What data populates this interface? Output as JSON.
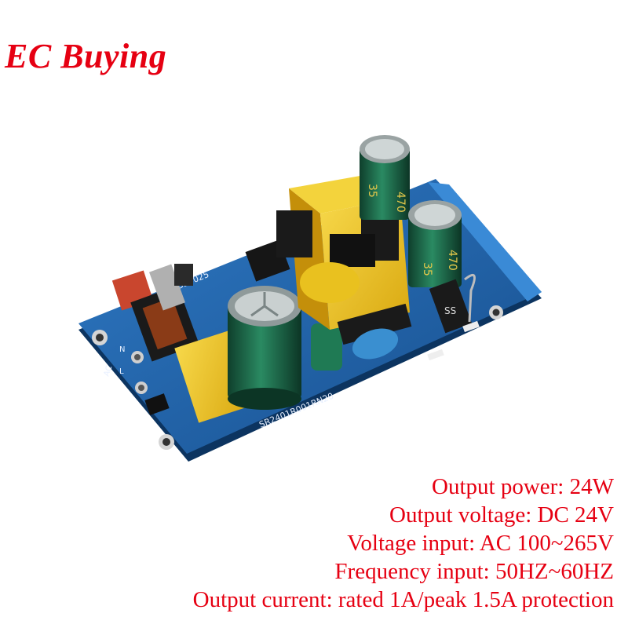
{
  "brand": "EC Buying",
  "colors": {
    "accent": "#e60012",
    "pcb": "#1b5fa8",
    "capacitor": "#1e6e4e",
    "transformer": "#f0c419"
  },
  "board_markings": {
    "part_code": "524025",
    "cap_value": "470",
    "cap_voltage": "35",
    "bottom_code": "SR2401R001RN20",
    "ac_label": "AC",
    "ac_label_n": "N",
    "ac_label_l": "L",
    "diode_label": "SS"
  },
  "specs": [
    "Output power: 24W",
    "Output voltage: DC 24V",
    "Voltage input: AC 100~265V",
    "Frequency input: 50HZ~60HZ",
    "Output current: rated 1A/peak 1.5A protection"
  ]
}
